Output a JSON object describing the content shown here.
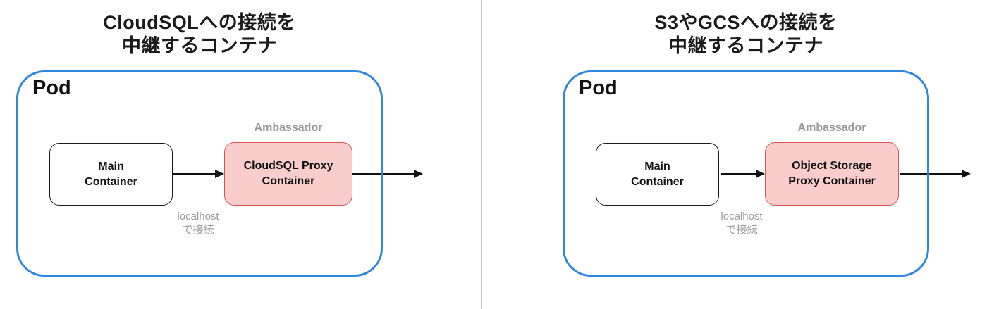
{
  "colors": {
    "pod_border": "#2f86e0",
    "proxy_fill": "#f8cdcc",
    "proxy_border": "#d65553",
    "muted_text": "#999999",
    "divider": "#c9c9c9",
    "line": "#111111"
  },
  "diagrams": [
    {
      "title_line1": "CloudSQLへの接続を",
      "title_line2": "中継するコンテナ",
      "pod_label": "Pod",
      "ambassador_label": "Ambassador",
      "main_container_line1": "Main",
      "main_container_line2": "Container",
      "proxy_container_line1": "CloudSQL Proxy",
      "proxy_container_line2": "Container",
      "connection_note_line1": "localhost",
      "connection_note_line2": "で接続"
    },
    {
      "title_line1": "S3やGCSへの接続を",
      "title_line2": "中継するコンテナ",
      "pod_label": "Pod",
      "ambassador_label": "Ambassador",
      "main_container_line1": "Main",
      "main_container_line2": "Container",
      "proxy_container_line1": "Object Storage",
      "proxy_container_line2": "Proxy Container",
      "connection_note_line1": "localhost",
      "connection_note_line2": "で接続"
    }
  ]
}
